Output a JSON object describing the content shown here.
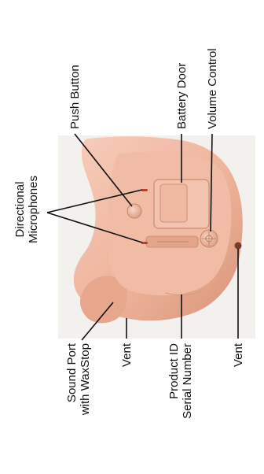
{
  "labels": {
    "directional_line1": "Directional",
    "directional_line2": "Microphones",
    "push_button": "Push Button",
    "battery_door": "Battery Door",
    "volume_control": "Volume Control",
    "sound_port_line1": "Sound Port",
    "sound_port_line2": "with WaxStop",
    "vent_left": "Vent",
    "product_line1": "Product ID",
    "product_line2": "Serial Number",
    "vent_right": "Vent"
  },
  "colors": {
    "shell": "#EEB39B",
    "shell_dark": "#D89478",
    "shell_light": "#F6CDBB",
    "background_photo": "#F3F1EE",
    "text": "#111111",
    "mic_port": "#B5432E"
  }
}
